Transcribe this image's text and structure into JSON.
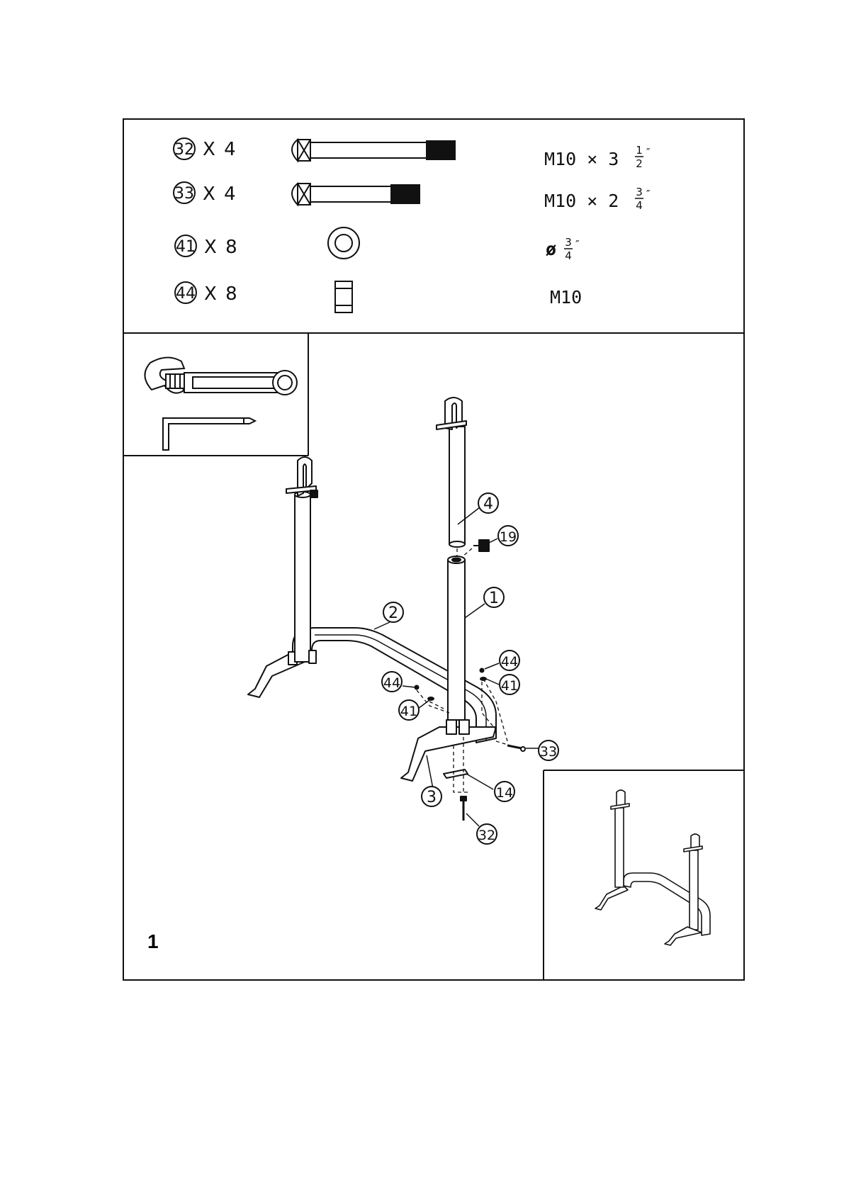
{
  "hardware": [
    {
      "part": "32",
      "qty": "X  4",
      "spec": "M10  ×  3",
      "frac_num": "1",
      "frac_den": "2",
      "frac_unit": "″",
      "icon": "long-bolt-icon"
    },
    {
      "part": "33",
      "qty": "X  4",
      "spec": "M10  ×  2",
      "frac_num": "3",
      "frac_den": "4",
      "frac_unit": "″",
      "icon": "short-bolt-icon"
    },
    {
      "part": "41",
      "qty": "X  8",
      "spec": "ø",
      "frac_num": "3",
      "frac_den": "4",
      "frac_unit": "″",
      "icon": "washer-icon"
    },
    {
      "part": "44",
      "qty": "X  8",
      "spec": "M10",
      "frac_num": "",
      "frac_den": "",
      "frac_unit": "",
      "icon": "nut-icon"
    }
  ],
  "tools": [
    "adjustable-wrench-icon",
    "allen-key-icon"
  ],
  "callouts": {
    "c4": "4",
    "c19": "19",
    "c1": "1",
    "c2": "2",
    "c44a": "44",
    "c44b": "44",
    "c41a": "41",
    "c41b": "41",
    "c33": "33",
    "c14": "14",
    "c3": "3",
    "c32": "32"
  },
  "step_number": "1"
}
